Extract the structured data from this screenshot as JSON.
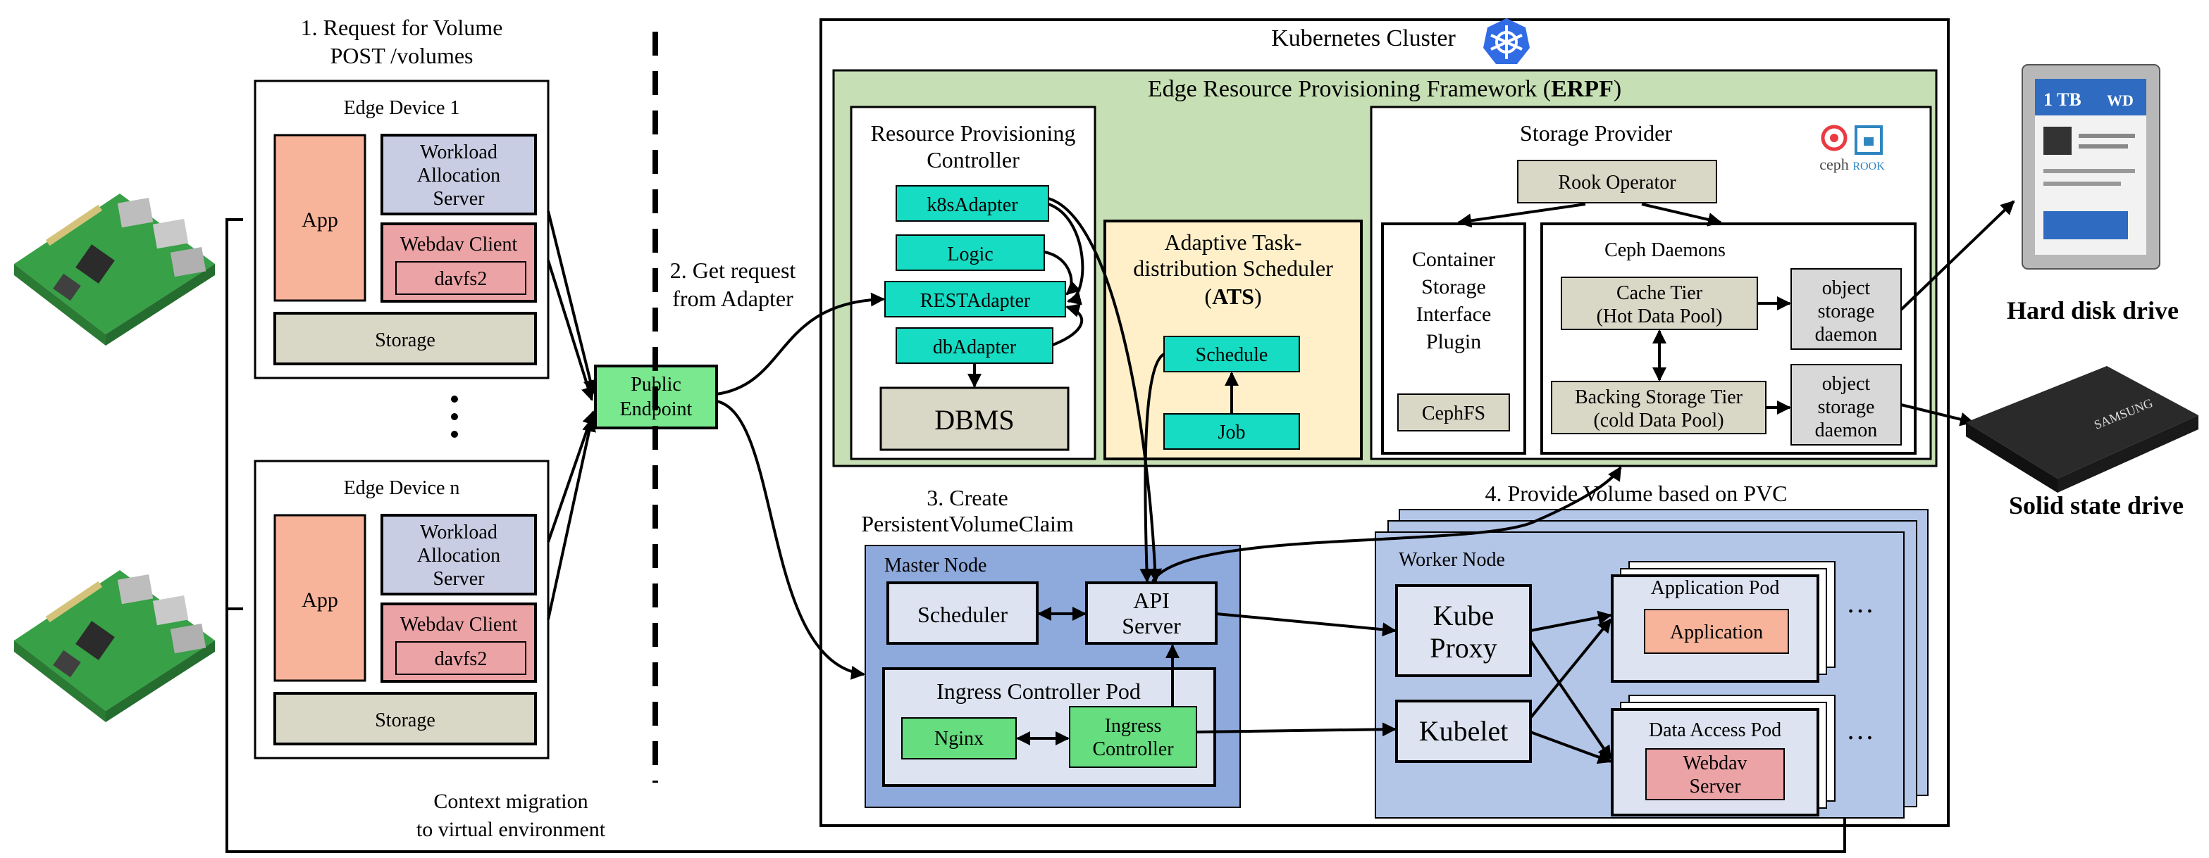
{
  "captions": {
    "step1_line1": "1. Request for Volume",
    "step1_line2": "POST /volumes",
    "step2_line1": "2. Get request",
    "step2_line2": "from Adapter",
    "step3_line1": "3. Create",
    "step3_line2": "PersistentVolumeClaim",
    "step4": "4. Provide Volume based on PVC",
    "migration_line1": "Context migration",
    "migration_line2": "to virtual environment"
  },
  "edge_device_1": {
    "title": "Edge Device 1",
    "app": "App",
    "workload_lines": [
      "Workload",
      "Allocation",
      "Server"
    ],
    "webdav_client": "Webdav Client",
    "davfs": "davfs2",
    "storage": "Storage"
  },
  "edge_device_n": {
    "title": "Edge Device n",
    "app": "App",
    "workload_lines": [
      "Workload",
      "Allocation",
      "Server"
    ],
    "webdav_client": "Webdav Client",
    "davfs": "davfs2",
    "storage": "Storage"
  },
  "public_endpoint": [
    "Public",
    "Endpoint"
  ],
  "cluster": {
    "title": "Kubernetes Cluster",
    "erpf": {
      "title_prefix": "Edge Resource Provisioning Framework (",
      "title_bold": "ERPF",
      "title_suffix": ")"
    },
    "rpc": {
      "title_lines": [
        "Resource Provisioning",
        "Controller"
      ],
      "k8s_adapter": "k8sAdapter",
      "logic": "Logic",
      "rest_adapter": "RESTAdapter",
      "db_adapter": "dbAdapter",
      "dbms": "DBMS"
    },
    "ats": {
      "title_line1": "Adaptive Task-",
      "title_line2": "distribution Scheduler",
      "title_bold": "ATS",
      "schedule": "Schedule",
      "job": "Job"
    },
    "storage_provider": {
      "title": "Storage Provider",
      "logo_ceph": "ceph",
      "logo_rook": "ROOK",
      "rook_operator": "Rook Operator",
      "csi_lines": [
        "Container",
        "Storage",
        "Interface",
        "Plugin"
      ],
      "cephfs": "CephFS",
      "ceph_daemons": "Ceph Daemons",
      "cache_tier_lines": [
        "Cache Tier",
        "(Hot Data Pool)"
      ],
      "backing_tier_lines": [
        "Backing Storage Tier",
        "(cold Data Pool)"
      ],
      "osd_lines": [
        "object",
        "storage",
        "daemon"
      ]
    },
    "master_node": {
      "title": "Master Node",
      "scheduler": "Scheduler",
      "api_server_lines": [
        "API",
        "Server"
      ],
      "ingress_pod": "Ingress Controller Pod",
      "nginx": "Nginx",
      "ingress_controller_lines": [
        "Ingress",
        "Controller"
      ]
    },
    "worker_node": {
      "title": "Worker Node",
      "kube_proxy_lines": [
        "Kube",
        "Proxy"
      ],
      "kubelet": "Kubelet",
      "application_pod": "Application Pod",
      "application": "Application",
      "data_access_pod": "Data Access Pod",
      "webdav_server_lines": [
        "Webdav",
        "Server"
      ],
      "ellipsis": "…"
    }
  },
  "devices": {
    "hdd_label": "Hard disk drive",
    "hdd_capacity": "1 TB",
    "hdd_brand": "WD",
    "ssd_label": "Solid state drive",
    "ssd_brand": "SAMSUNG"
  },
  "colors": {
    "app": "#f7b49a",
    "workload": "#c9cde3",
    "webdav_client": "#eba3a6",
    "storage": "#d9d7c6",
    "public_endpoint": "#7ae88f",
    "erpf_bg": "#c6dfb4",
    "teal": "#16dcc4",
    "dbms": "#d9d7c6",
    "ats_bg": "#fff0c9",
    "master_bg": "#8ea9db",
    "inner_gray": "#dde3f0",
    "ingress_green": "#66dd7f",
    "worker_bg": "#b4c6e7",
    "application": "#f7b49a",
    "webdav_server": "#eba3a6",
    "osd_gray": "#d8d8d8"
  }
}
